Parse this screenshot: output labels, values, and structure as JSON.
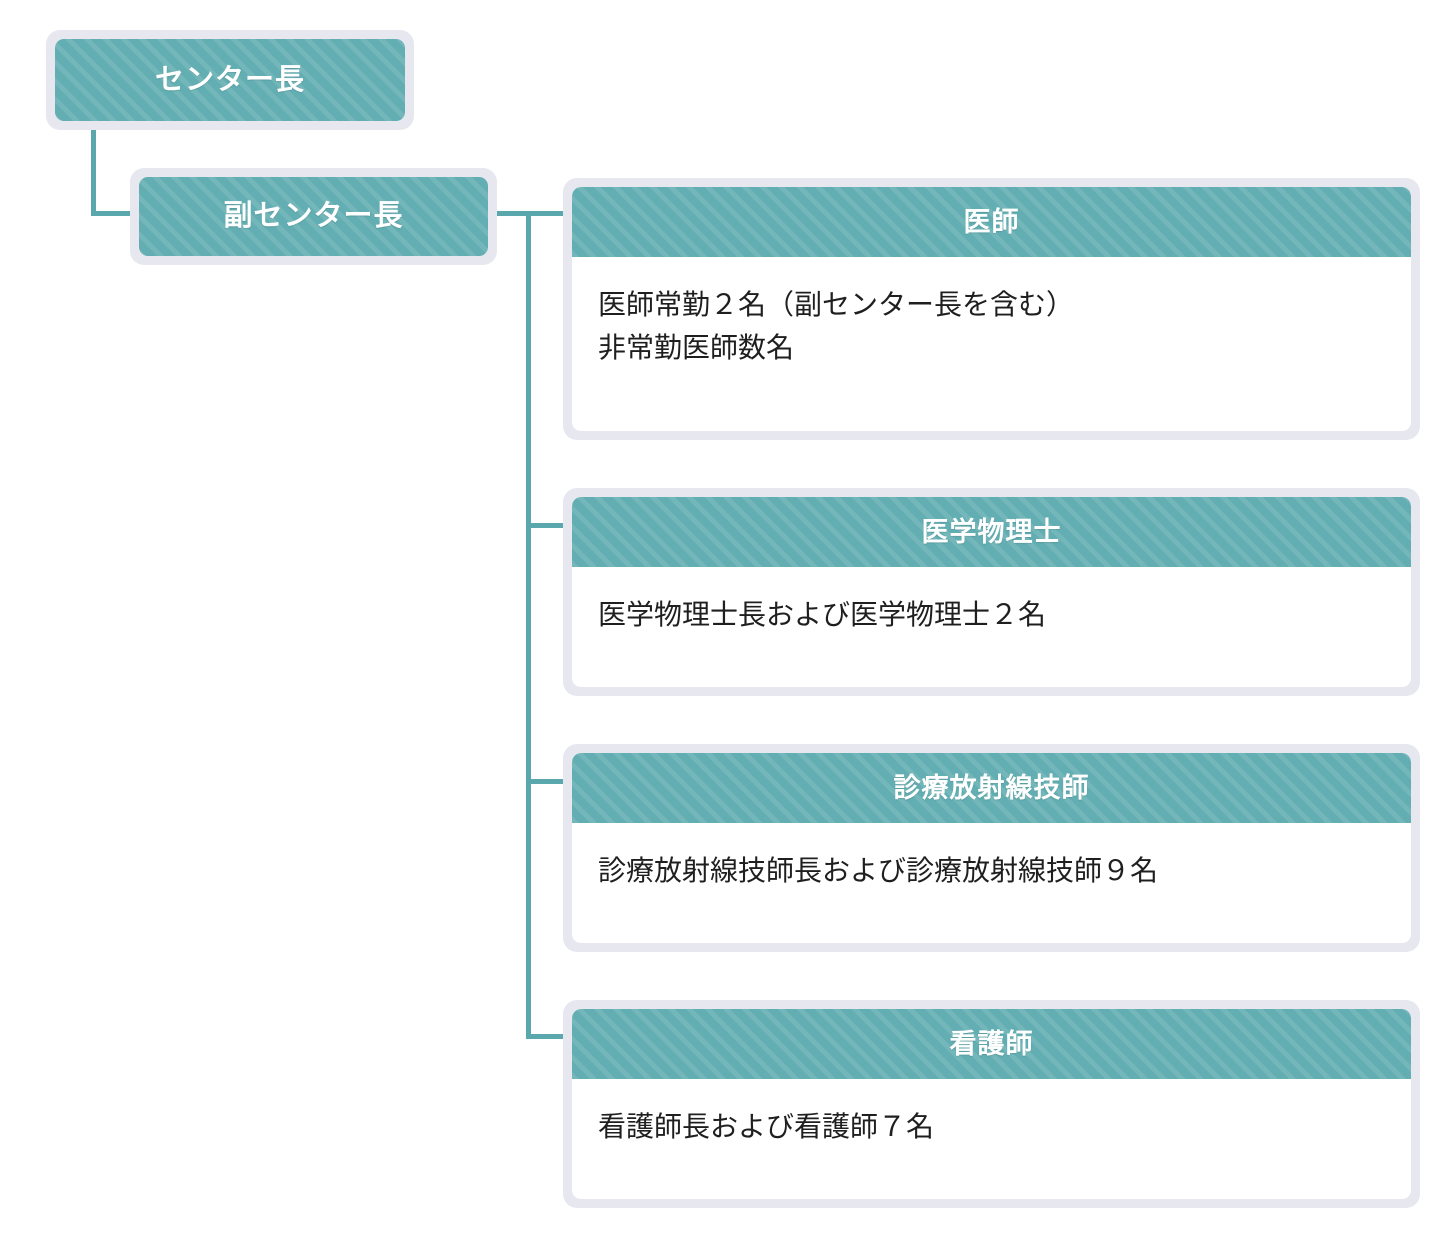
{
  "theme": {
    "accent": "#62aeb2",
    "connector": "#5aa8ae",
    "frame": "#e7e7f0",
    "card_bg": "#ffffff",
    "header_text": "#ffffff",
    "body_text": "#1f1f1f"
  },
  "nodes": {
    "director": {
      "label": "センター長"
    },
    "deputy": {
      "label": "副センター長"
    }
  },
  "cards": [
    {
      "title": "医師",
      "lines": [
        "医師常勤２名（副センター長を含む）",
        "非常勤医師数名"
      ]
    },
    {
      "title": "医学物理士",
      "lines": [
        "医学物理士長および医学物理士２名"
      ]
    },
    {
      "title": "診療放射線技師",
      "lines": [
        "診療放射線技師長および診療放射線技師９名"
      ]
    },
    {
      "title": "看護師",
      "lines": [
        "看護師長および看護師７名"
      ]
    }
  ]
}
